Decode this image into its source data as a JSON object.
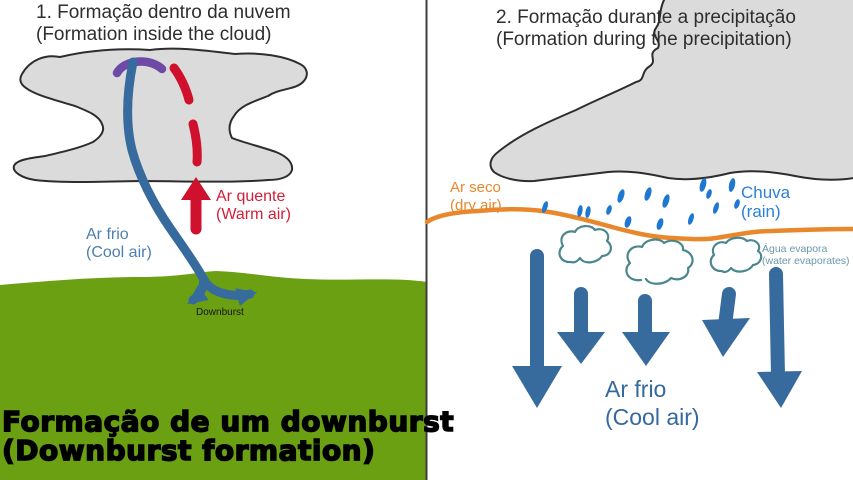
{
  "diagram": {
    "caption_pt": "Formação de um downburst",
    "caption_en": "(Downburst formation)"
  },
  "panel_left": {
    "title_pt": "1. Formação dentro da nuvem",
    "title_en": "(Formation inside the cloud)",
    "warm_air_pt": "Ar quente",
    "warm_air_en": "(Warm air)",
    "cool_air_pt": "Ar frio",
    "cool_air_en": "(Cool air)",
    "downburst_label": "Downburst"
  },
  "panel_right": {
    "title_pt": "2. Formação durante a precipitação",
    "title_en": "(Formation during the precipitation)",
    "dry_air_pt": "Ar seco",
    "dry_air_en": "(dry air)",
    "rain_pt": "Chuva",
    "rain_en": "(rain)",
    "evaporation_pt": "Água evapora",
    "evaporation_en": "(water evaporates)",
    "cool_air_pt": "Ar frio",
    "cool_air_en": "(Cool air)"
  },
  "colors": {
    "background": "#ffffff",
    "cloud_fill": "#dbdbdb",
    "cloud_outline": "#2d2d2d",
    "ground_green": "#6ba013",
    "cool_air_blue": "#376b9e",
    "warm_air_red": "#d0112e",
    "rotation_purple": "#6e4aa6",
    "dry_air_orange": "#e8872c",
    "rain_blue": "#1e78d1",
    "evaporation_teal": "#4a868e",
    "evaporation_text": "#6899ab",
    "title_text": "#2e2e2e",
    "caption_text": "#000000",
    "divider": "#3d3d3d"
  }
}
